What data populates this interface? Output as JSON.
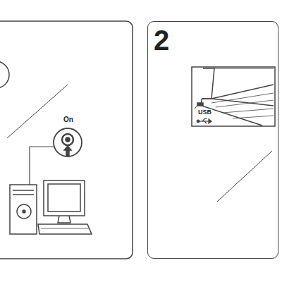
{
  "diagram": {
    "nodes": [
      {
        "text": [
          "2"
        ]
      }
    ],
    "labels": [
      "On",
      "USB"
    ]
  }
}
